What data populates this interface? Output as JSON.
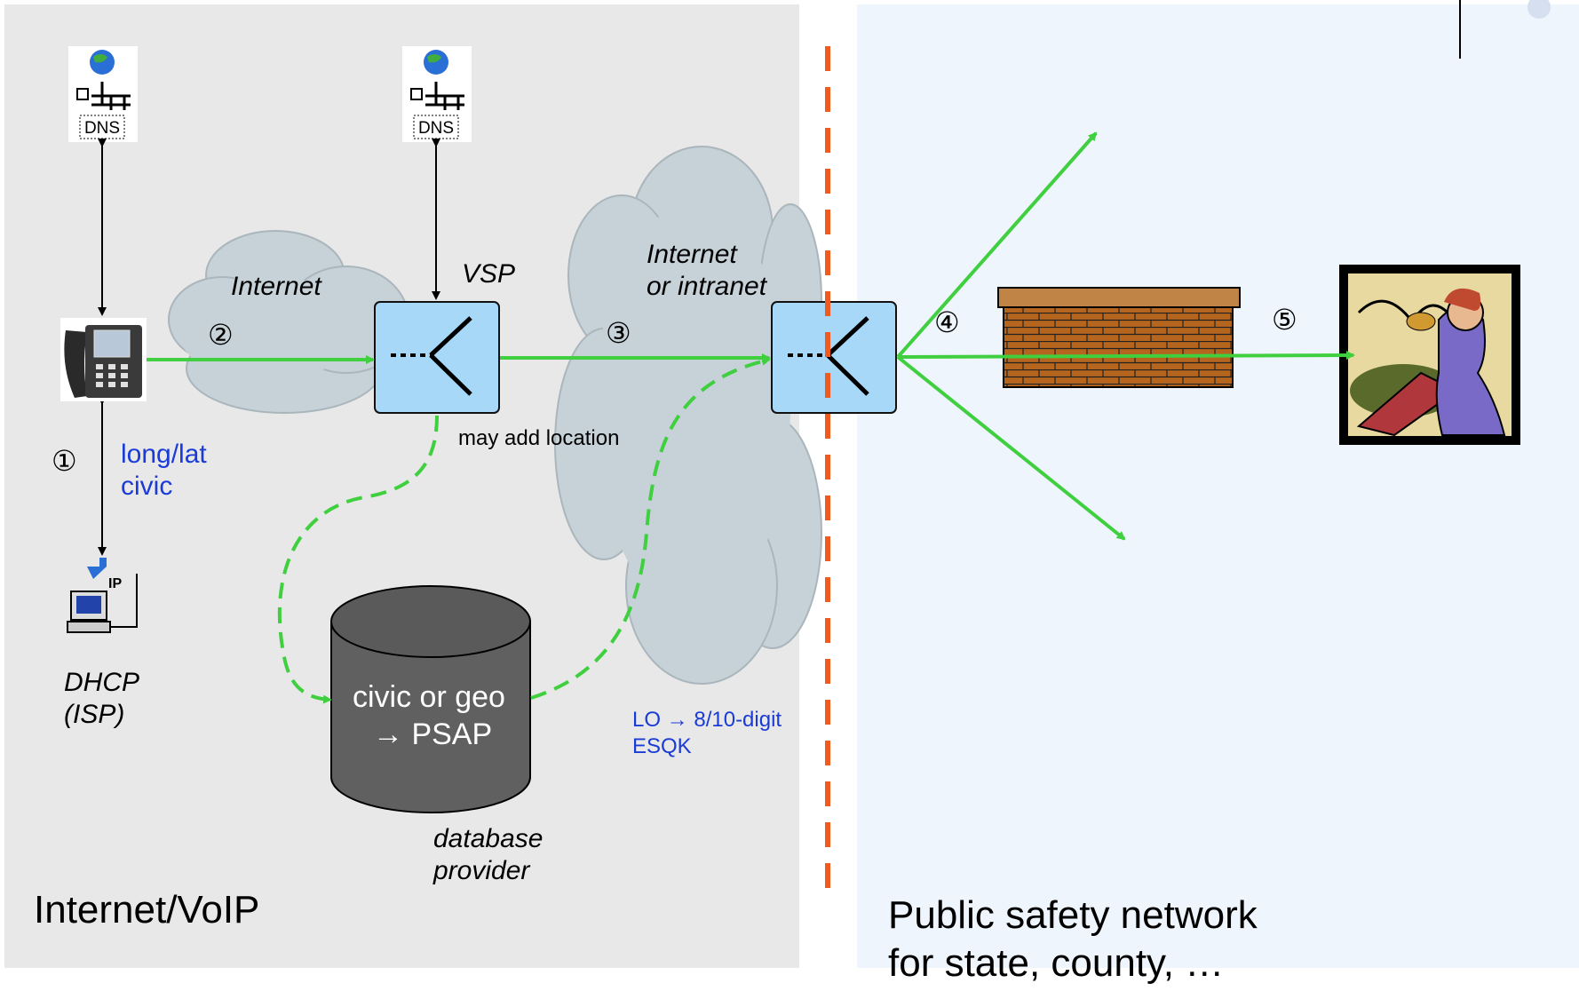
{
  "zones": {
    "left": "Internet/VoIP",
    "right_line1": "Public safety network",
    "right_line2": "for state, county, …"
  },
  "clouds": {
    "internet": "Internet",
    "intranet_line1": "Internet",
    "intranet_line2": "or intranet"
  },
  "servers": {
    "vsp": "VSP",
    "may_add_location": "may add location"
  },
  "dns": [
    "DNS",
    "DNS"
  ],
  "dhcp": {
    "line1": "DHCP",
    "line2": "(ISP)"
  },
  "location_types": {
    "line1": "long/lat",
    "line2": "civic"
  },
  "database": {
    "line1": "civic or geo",
    "line2": "→ PSAP",
    "caption_line1": "database",
    "caption_line2": "provider"
  },
  "esqk": {
    "line1": "LO → 8/10-digit",
    "line2": "ESQK"
  },
  "steps": [
    "①",
    "②",
    "③",
    "④",
    "⑤"
  ],
  "icons": {
    "dns_server": "dns-server-icon",
    "ip_phone": "ip-phone-icon",
    "dhcp_server": "dhcp-server-icon",
    "router": "router-icon",
    "database": "database-cylinder-icon",
    "firewall": "brick-firewall-icon",
    "dispatcher": "psap-dispatcher-icon",
    "cloud": "cloud-icon"
  },
  "colors": {
    "signal_green": "#3fcf3f",
    "router_blue": "#a8d8f8",
    "database_gray": "#606060",
    "boundary_orange": "#f05a1e",
    "label_blue": "#1a3bd6",
    "left_bg": "#e8e8e8",
    "right_bg": "#eef5fc"
  }
}
